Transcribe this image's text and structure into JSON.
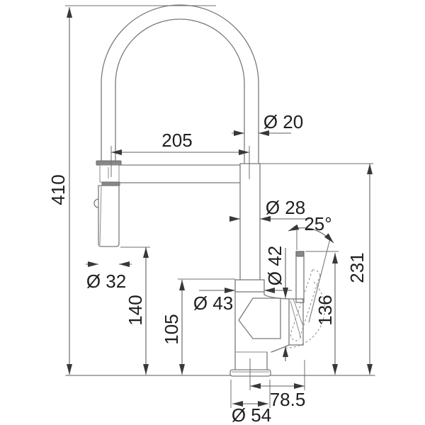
{
  "drawing": {
    "type": "faucet-technical-dimension-drawing",
    "units": "mm",
    "dimensions": {
      "total_height": {
        "label": "410",
        "orientation": "vertical-left"
      },
      "spout_reach": {
        "label": "205",
        "orientation": "horizontal-top"
      },
      "hose_tube_diameter": {
        "label": "Ø 20",
        "orientation": "horizontal"
      },
      "riser_diameter": {
        "label": "Ø 28",
        "orientation": "horizontal"
      },
      "handle_angle": {
        "label": "25°",
        "orientation": "angular"
      },
      "valve_diameter": {
        "label": "Ø 42",
        "orientation": "vertical"
      },
      "spray_head_diameter": {
        "label": "Ø 32",
        "orientation": "horizontal"
      },
      "spray_head_height": {
        "label": "140",
        "orientation": "vertical"
      },
      "body_section_height": {
        "label": "105",
        "orientation": "vertical"
      },
      "body_diameter": {
        "label": "Ø 43",
        "orientation": "horizontal"
      },
      "handle_top_height": {
        "label": "136",
        "orientation": "vertical"
      },
      "spout_body_height": {
        "label": "231",
        "orientation": "vertical"
      },
      "handle_offset": {
        "label": "78.5",
        "orientation": "horizontal"
      },
      "base_diameter": {
        "label": "Ø 54",
        "orientation": "horizontal"
      }
    },
    "colors": {
      "background": "#ffffff",
      "outline": "#7a7a7a",
      "dimension_line": "#5f5f5f",
      "text": "#1f1f1f",
      "metal_fill": "#878787"
    }
  }
}
